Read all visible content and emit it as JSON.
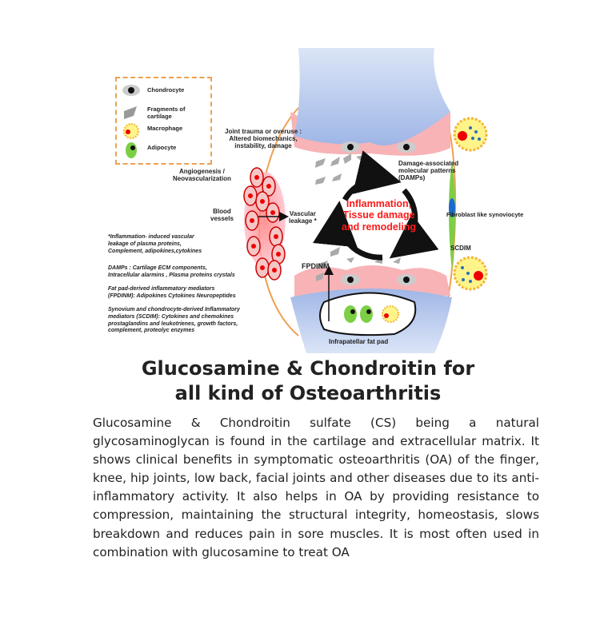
{
  "diagram": {
    "legend": [
      {
        "icon": "chondrocyte-icon",
        "label": "Chondrocyte"
      },
      {
        "icon": "cartilage-fragment-icon",
        "label": "Fragments of cartilage"
      },
      {
        "icon": "macrophage-icon",
        "label": "Macrophage"
      },
      {
        "icon": "adipocyte-icon",
        "label": "Adipocyte"
      }
    ],
    "labels": {
      "joint_trauma": [
        "Joint trauma or overuse :",
        "Altered biomechanics,",
        "instability, damage"
      ],
      "angiogenesis": [
        "Angiogenesis /",
        "Neovascularization"
      ],
      "blood_vessels": [
        "Blood",
        "vessels"
      ],
      "vascular_leakage": [
        "Vascular",
        "leakage *"
      ],
      "damps": [
        "Damage-associated",
        "molecular patterns",
        "(DAMPs)"
      ],
      "center": [
        "Inflammation,",
        "Tissue damage",
        "and remodeling"
      ],
      "fibroblast": "Fibroblast like synoviocyte",
      "scdim": "SCDIM",
      "fpdinm": "FPDINM",
      "fat_pad": "Infrapatellar fat pad"
    },
    "notes": [
      [
        "*Inflammation- induced  vascular",
        "leakage of plasma proteins,",
        "Complement, adipokines,cytokines"
      ],
      [
        "DAMPs : Cartilage ECM components,",
        "Intracellular alarmins , Plasma proteins crystals"
      ],
      [
        "Fat pad-derived inflammatory mediators",
        "(FPDINM): Adipokines Cytokines Neuropeptides"
      ],
      [
        "Synovium and chondrocyte-derived Inflammatory",
        "mediators (SCDIM): Cytokines and chemokines",
        "prostaglandins and leukotrienes, growth factors,",
        "complement, proteolyc enzymes"
      ]
    ],
    "colors": {
      "bone": "#a9bfe8",
      "cartilage": "#f6a0a4",
      "synovium": "#f0a050",
      "macrophage": "#fff48a",
      "adipocyte": "#7ccf45",
      "center_text": "#ff1a1a"
    }
  },
  "article": {
    "title_lines": [
      "Glucosamine & Chondroitin for",
      "all kind of Osteoarthritis"
    ],
    "body": "Glucosamine & Chondroitin sulfate (CS) being a natural glycosaminoglycan is found in the cartilage and extracellular matrix. It shows clinical benefits in symptomatic osteoarthritis (OA) of the finger, knee, hip joints, low back, facial joints and other diseases due to its anti-inflammatory activity. It also helps in OA by providing resistance to compression, maintaining the structural integrity, homeostasis, slows breakdown and reduces pain in sore muscles. It is most often used in combination with glucosamine to treat OA"
  }
}
